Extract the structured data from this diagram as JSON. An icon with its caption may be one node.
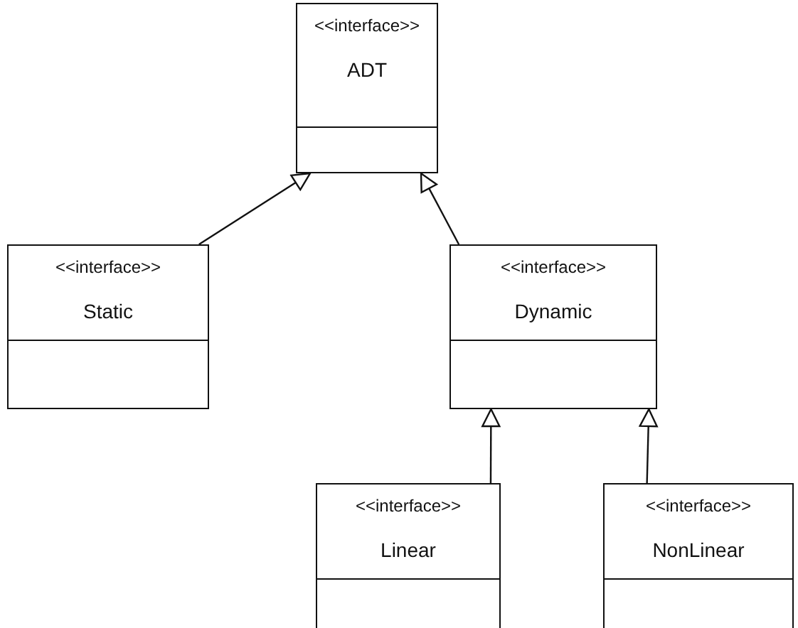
{
  "diagram": {
    "nodes": [
      {
        "text": [
          "<<interface>>",
          "ADT"
        ]
      },
      {
        "text": [
          "<<interface>>",
          "Static"
        ]
      },
      {
        "text": [
          "<<interface>>",
          "Dynamic"
        ]
      },
      {
        "text": [
          "<<interface>>",
          "Linear"
        ]
      },
      {
        "text": [
          "<<interface>>",
          "NonLinear"
        ]
      }
    ],
    "edges": [
      {
        "from": 1,
        "to": 0,
        "arrow": "to"
      },
      {
        "from": 2,
        "to": 0,
        "arrow": "to"
      },
      {
        "from": 3,
        "to": 2,
        "arrow": "to"
      },
      {
        "from": 4,
        "to": 2,
        "arrow": "to"
      }
    ]
  }
}
